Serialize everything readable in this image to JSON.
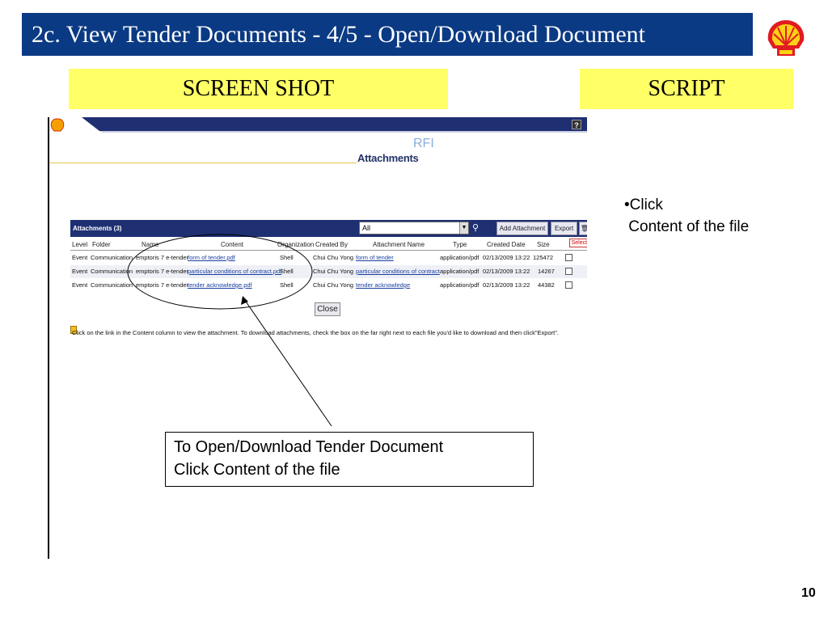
{
  "slide": {
    "title": "2c.  View Tender Documents - 4/5  - Open/Download  Document",
    "screenshot_label": "SCREEN SHOT",
    "script_label": "SCRIPT",
    "script_bullet": "•Click\n Content of the file",
    "callout_line1": "To Open/Download Tender Document",
    "callout_line2": "Click Content of the file",
    "page_number": "10",
    "colors": {
      "title_bg": "#0b3a84",
      "label_bg": "#ffff66",
      "panel_header": "#1e2f72"
    }
  },
  "app": {
    "help_label": "?",
    "page_title": "Attachments",
    "page_subtitle": "RFI",
    "panel_title": "Attachments (3)",
    "filter_value": "All",
    "buttons": {
      "add": "Add Attachment",
      "export": "Export",
      "close": "Close",
      "select_all": "Select All"
    },
    "columns": [
      "Level",
      "Folder",
      "Name",
      "Content",
      "Organization",
      "Created By",
      "Attachment Name",
      "Type",
      "Created Date",
      "Size"
    ],
    "rows": [
      {
        "level": "Event",
        "folder": "Communication",
        "name": "emptoris 7 e-tender",
        "content": "form of tender.pdf",
        "org": "Shell",
        "created_by": "Chui Chu Yong",
        "attachment_name": "form of tender",
        "type": "application/pdf",
        "date": "02/13/2009 13:22",
        "size": "125472"
      },
      {
        "level": "Event",
        "folder": "Communication",
        "name": "emptoris 7 e-tender",
        "content": "particular conditions of contract.pdf",
        "org": "Shell",
        "created_by": "Chui Chu Yong",
        "attachment_name": "particular conditions of contract",
        "type": "application/pdf",
        "date": "02/13/2009 13:22",
        "size": "14267"
      },
      {
        "level": "Event",
        "folder": "Communication",
        "name": "emptoris 7 e-tender",
        "content": "tender acknowledge.pdf",
        "org": "Shell",
        "created_by": "Chui Chu Yong",
        "attachment_name": "tender acknowledge",
        "type": "application/pdf",
        "date": "02/13/2009 13:22",
        "size": "44382"
      }
    ],
    "hint": "Click on the link in the Content column to view the attachment. To download attachments, check the box on the far right next to each file you'd like to download and then click\"Export\"."
  }
}
